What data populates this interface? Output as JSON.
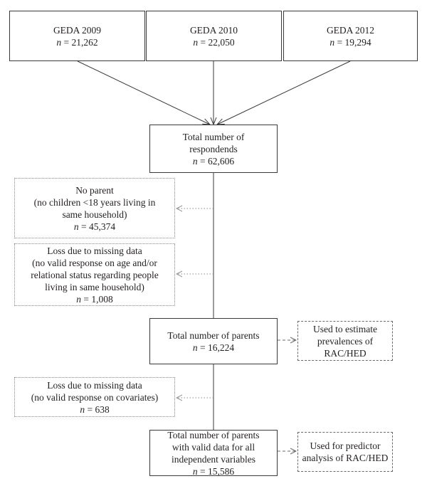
{
  "sources": [
    {
      "name": "GEDA 2009",
      "n": "21,262"
    },
    {
      "name": "GEDA 2010",
      "n": "22,050"
    },
    {
      "name": "GEDA 2012",
      "n": "19,294"
    }
  ],
  "n_symbol": "n",
  "eq": " = ",
  "total_respondents": {
    "lines": [
      "Total number of",
      "respondends"
    ],
    "n": "62,606"
  },
  "exclusion_no_parent": {
    "lines": [
      "No parent",
      "(no children <18 years living in",
      "same household)"
    ],
    "n": "45,374"
  },
  "exclusion_missing_1": {
    "lines": [
      "Loss due to missing data",
      "(no valid response on age and/or",
      "relational status regarding people",
      "living in same household)"
    ],
    "n": "1,008"
  },
  "total_parents": {
    "lines": [
      "Total number of parents"
    ],
    "n": "16,224"
  },
  "use_prevalence": {
    "lines": [
      "Used to estimate",
      "prevalences of",
      "RAC/HED"
    ]
  },
  "exclusion_missing_2": {
    "lines": [
      "Loss due to missing data",
      "(no valid response on covariates)"
    ],
    "n": "638"
  },
  "total_valid": {
    "lines": [
      "Total number of parents",
      "with valid data for all",
      "independent variables"
    ],
    "n": "15,586"
  },
  "use_predictor": {
    "lines": [
      "Used for predictor",
      "analysis of RAC/HED"
    ]
  }
}
